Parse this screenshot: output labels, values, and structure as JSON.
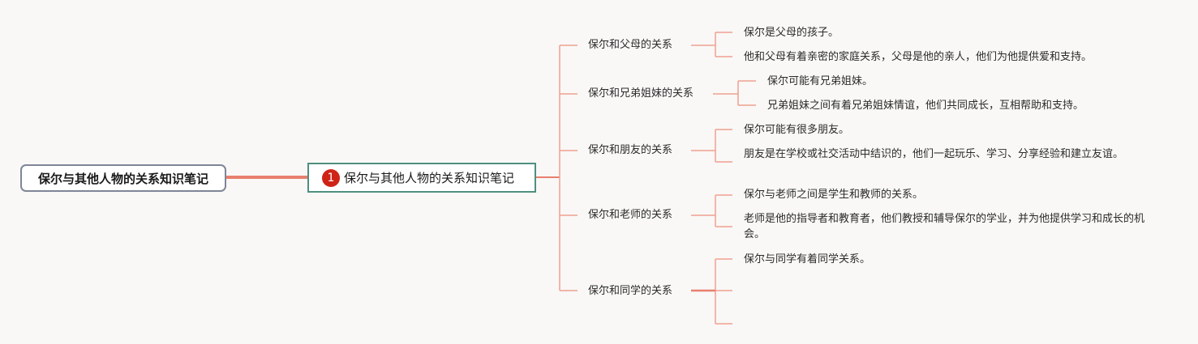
{
  "root": {
    "label": "保尔与其他人物的关系知识笔记"
  },
  "center": {
    "badge": "1",
    "label": "保尔与其他人物的关系知识笔记"
  },
  "branches": [
    {
      "label": "保尔和父母的关系",
      "children": [
        "保尔是父母的孩子。",
        "他和父母有着亲密的家庭关系，父母是他的亲人，他们为他提供爱和支持。"
      ]
    },
    {
      "label": "保尔和兄弟姐妹的关系",
      "children": [
        "保尔可能有兄弟姐妹。",
        "兄弟姐妹之间有着兄弟姐妹情谊，他们共同成长，互相帮助和支持。"
      ]
    },
    {
      "label": "保尔和朋友的关系",
      "children": [
        "保尔可能有很多朋友。",
        "朋友是在学校或社交活动中结识的，他们一起玩乐、学习、分享经验和建立友谊。"
      ]
    },
    {
      "label": "保尔和老师的关系",
      "children": [
        "保尔与老师之间是学生和教师的关系。",
        "老师是他的指导者和教育者，他们教授和辅导保尔的学业，并为他提供学习和成长的机会。"
      ]
    },
    {
      "label": "保尔和同学的关系",
      "children": [
        "保尔与同学有着同学关系。",
        "",
        ""
      ]
    }
  ],
  "colors": {
    "connector": "#e8806e",
    "connector_light": "#f0a090",
    "root_border": "#7f8697",
    "center_border": "#4f8f7f",
    "badge": "#cf2317"
  }
}
